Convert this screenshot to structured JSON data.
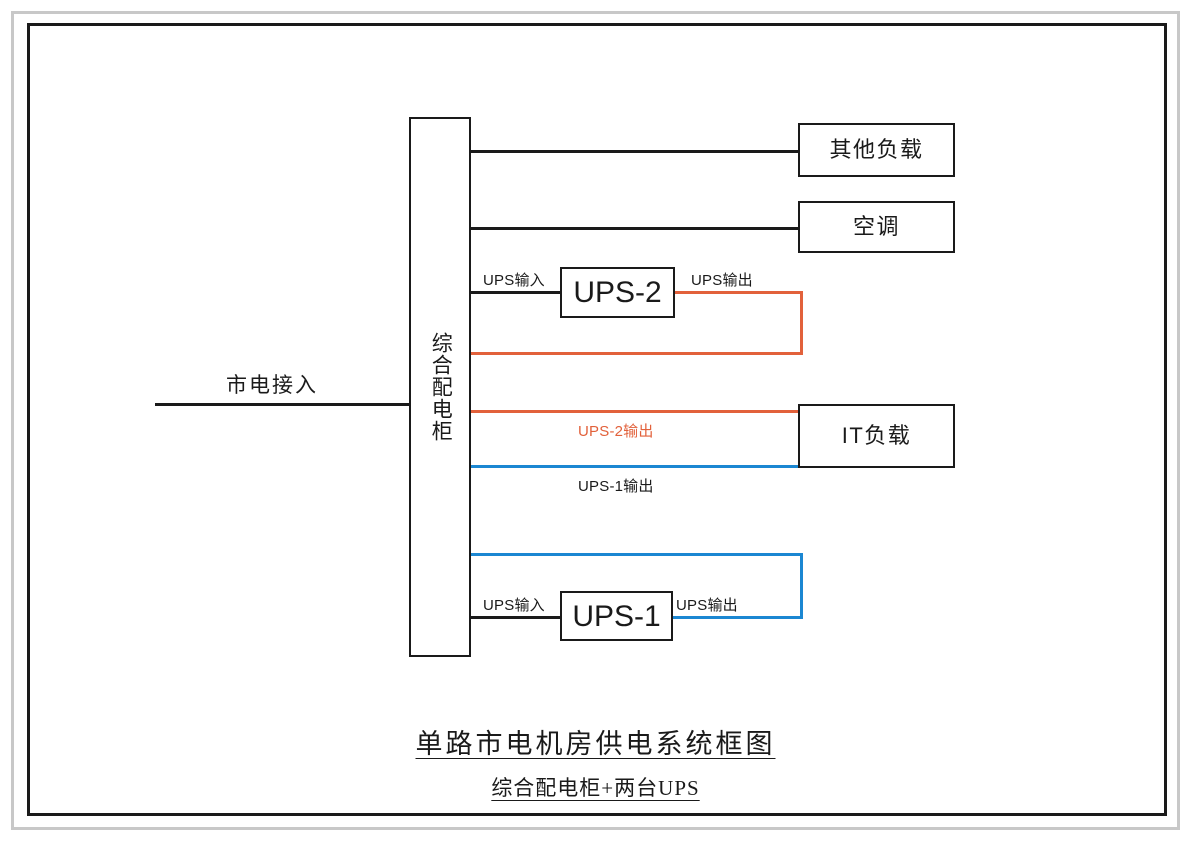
{
  "diagram": {
    "type": "block-diagram",
    "title": "单路市电机房供电系统框图",
    "subtitle": "综合配电柜+两台UPS",
    "colors": {
      "line_default": "#1a1a1a",
      "ups2_output": "#e2613b",
      "ups1_output": "#1b87d2",
      "frame_outer": "#c8c8c8",
      "frame_inner": "#1a1a1a"
    },
    "nodes": {
      "mains": {
        "label": "市电接入"
      },
      "cabinet": {
        "label": "综合配电柜"
      },
      "ups2": {
        "label": "UPS-2"
      },
      "ups1": {
        "label": "UPS-1"
      },
      "other_load": {
        "label": "其他负载"
      },
      "aircon": {
        "label": "空调"
      },
      "it_load": {
        "label": "IT负载"
      }
    },
    "edge_labels": {
      "ups2_input": "UPS输入",
      "ups2_output_short": "UPS输出",
      "ups1_input": "UPS输入",
      "ups1_output_short": "UPS输出",
      "ups2_output_to_it": "UPS-2输出",
      "ups1_output_to_it": "UPS-1输出"
    }
  }
}
